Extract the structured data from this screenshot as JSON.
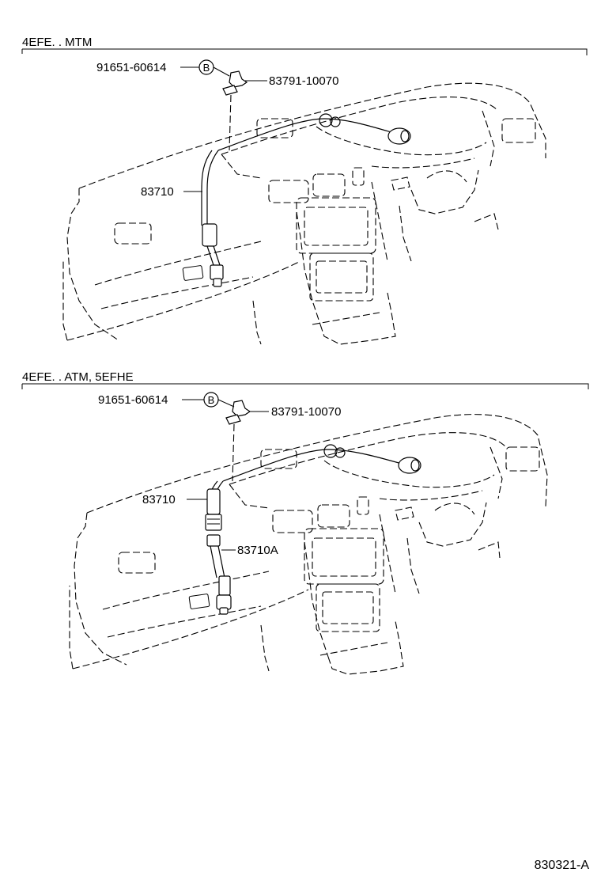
{
  "diagram_code": "830321-A",
  "sections": [
    {
      "title": "4EFE. . MTM",
      "callouts": {
        "clamp_part": "91651-60614",
        "clamp_marker": "B",
        "bracket_part": "83791-10070",
        "cable_part": "83710"
      }
    },
    {
      "title": "4EFE. . ATM, 5EFHE",
      "callouts": {
        "clamp_part": "91651-60614",
        "clamp_marker": "B",
        "bracket_part": "83791-10070",
        "cable_part": "83710",
        "cable_sub_part": "83710A"
      }
    }
  ]
}
